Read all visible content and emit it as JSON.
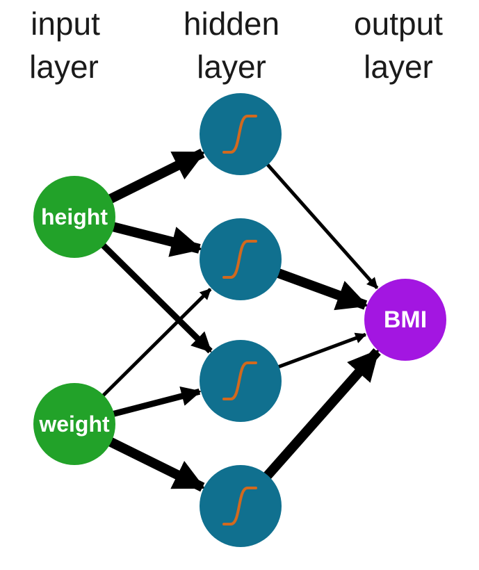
{
  "layer_labels": {
    "input": [
      "input",
      "layer"
    ],
    "hidden": [
      "hidden",
      "layer"
    ],
    "output": [
      "output",
      "layer"
    ]
  },
  "nodes": {
    "input": [
      {
        "label": "height",
        "color": "#22a229"
      },
      {
        "label": "weight",
        "color": "#22a229"
      }
    ],
    "hidden": [
      {
        "color": "#10708f",
        "icon": "sigmoid-icon",
        "icon_color": "#d2691e"
      },
      {
        "color": "#10708f",
        "icon": "sigmoid-icon",
        "icon_color": "#d2691e"
      },
      {
        "color": "#10708f",
        "icon": "sigmoid-icon",
        "icon_color": "#d2691e"
      },
      {
        "color": "#10708f",
        "icon": "sigmoid-icon",
        "icon_color": "#d2691e"
      }
    ],
    "output": [
      {
        "label": "BMI",
        "color": "#a316e1"
      }
    ]
  },
  "connections": [
    {
      "from": "height",
      "to": "hidden-1",
      "weight": "heavy"
    },
    {
      "from": "height",
      "to": "hidden-2",
      "weight": "heavy"
    },
    {
      "from": "height",
      "to": "hidden-3",
      "weight": "medium"
    },
    {
      "from": "weight",
      "to": "hidden-2",
      "weight": "light"
    },
    {
      "from": "weight",
      "to": "hidden-3",
      "weight": "medium"
    },
    {
      "from": "weight",
      "to": "hidden-4",
      "weight": "heavy"
    },
    {
      "from": "hidden-1",
      "to": "BMI",
      "weight": "light"
    },
    {
      "from": "hidden-2",
      "to": "BMI",
      "weight": "heavy"
    },
    {
      "from": "hidden-3",
      "to": "BMI",
      "weight": "light"
    },
    {
      "from": "hidden-4",
      "to": "BMI",
      "weight": "heavy"
    }
  ]
}
